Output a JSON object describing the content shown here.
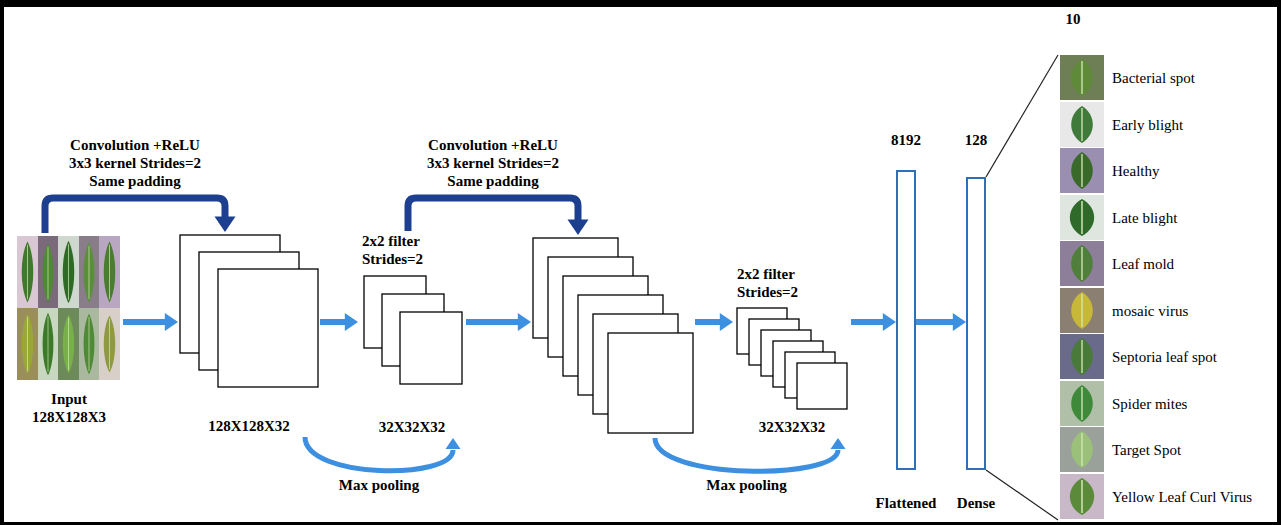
{
  "diagram": {
    "nodes": [
      {
        "text": [
          "Input 128X128X3"
        ]
      },
      {
        "text": [
          "128X128X32"
        ]
      },
      {
        "text": [
          "2x2 filter Strides=2",
          "32X32X32"
        ]
      },
      {
        "text": []
      },
      {
        "text": [
          "2x2 filter Strides=2",
          "32X32X32"
        ]
      },
      {
        "text": [
          "8192",
          "Flattened"
        ]
      },
      {
        "text": [
          "128",
          "Dense"
        ]
      },
      {
        "text": [
          "Bacterial spot"
        ]
      },
      {
        "text": [
          "Early blight"
        ]
      },
      {
        "text": [
          "Healthy"
        ]
      },
      {
        "text": [
          "Late blight"
        ]
      },
      {
        "text": [
          "Leaf mold"
        ]
      },
      {
        "text": [
          "mosaic virus"
        ]
      },
      {
        "text": [
          "Septoria leaf spot"
        ]
      },
      {
        "text": [
          "Spider mites"
        ]
      },
      {
        "text": [
          "Target Spot"
        ]
      },
      {
        "text": [
          "Yellow Leaf Curl Virus"
        ]
      }
    ],
    "edges": [
      {
        "from": 0,
        "to": 1,
        "arrow": "to"
      },
      {
        "from": 0,
        "to": 1,
        "label": "Convolution +ReLU 3x3 kernel Strides=2 Same padding",
        "arrow": "to"
      },
      {
        "from": 1,
        "to": 2,
        "arrow": "to"
      },
      {
        "from": 1,
        "to": 2,
        "label": "Max pooling",
        "arrow": "to"
      },
      {
        "from": 2,
        "to": 3,
        "arrow": "to"
      },
      {
        "from": 2,
        "to": 3,
        "label": "Convolution +ReLU 3x3 kernel Strides=2 Same padding",
        "arrow": "to"
      },
      {
        "from": 3,
        "to": 4,
        "arrow": "to"
      },
      {
        "from": 3,
        "to": 4,
        "label": "Max pooling",
        "arrow": "to"
      },
      {
        "from": 4,
        "to": 5,
        "arrow": "to"
      },
      {
        "from": 5,
        "to": 6,
        "arrow": "to"
      },
      {
        "from": 6,
        "to": 7,
        "arrow": "none"
      },
      {
        "from": 6,
        "to": 16,
        "arrow": "none"
      }
    ],
    "labels": [
      "10"
    ]
  }
}
